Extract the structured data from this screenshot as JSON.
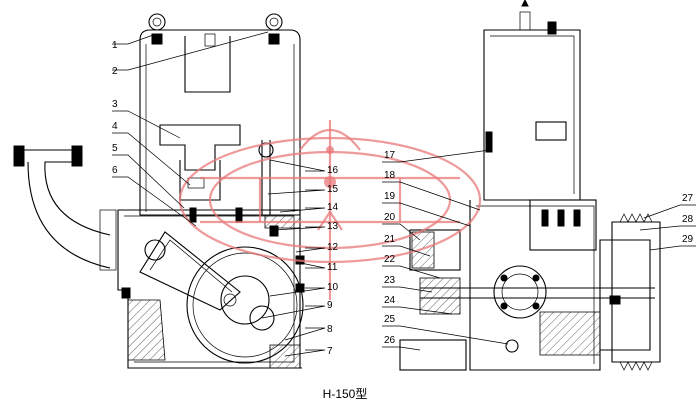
{
  "caption": "H-150型",
  "callouts_left": [
    "1",
    "2",
    "3",
    "4",
    "5",
    "6",
    "7",
    "8",
    "9",
    "10",
    "11",
    "12",
    "13",
    "14",
    "15",
    "16"
  ],
  "callouts_right": [
    "17",
    "18",
    "19",
    "20",
    "21",
    "22",
    "23",
    "24",
    "25",
    "26",
    "27",
    "28",
    "29"
  ],
  "watermark": {
    "name": "company-seal-watermark",
    "color": "#e87878"
  }
}
